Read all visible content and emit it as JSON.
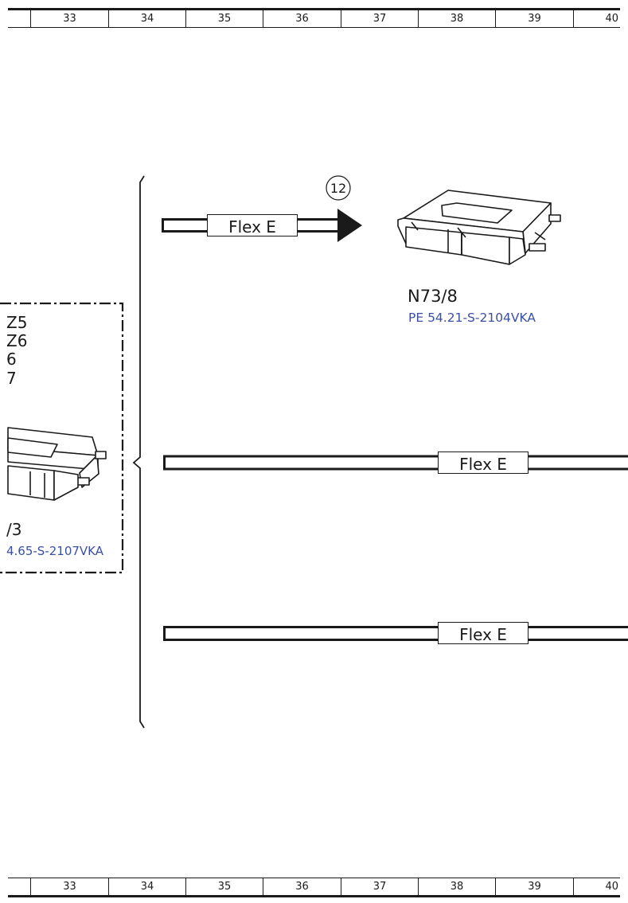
{
  "ruler": {
    "columns": [
      "33",
      "34",
      "35",
      "36",
      "37",
      "38",
      "39",
      "40"
    ]
  },
  "connector_badge": "12",
  "lines": {
    "top": "Flex E",
    "middle": "Flex E",
    "bottom": "Flex E"
  },
  "component_n73_8": {
    "id": "N73/8",
    "ref": "PE 54.21-S-2104VKA"
  },
  "left_box": {
    "codes": [
      "Z5",
      "Z6",
      "6",
      "7"
    ],
    "id": "/3",
    "ref": "4.65-S-2107VKA"
  },
  "colors": {
    "line": "#1a1a1a",
    "reference_link": "#3a4fa3"
  }
}
